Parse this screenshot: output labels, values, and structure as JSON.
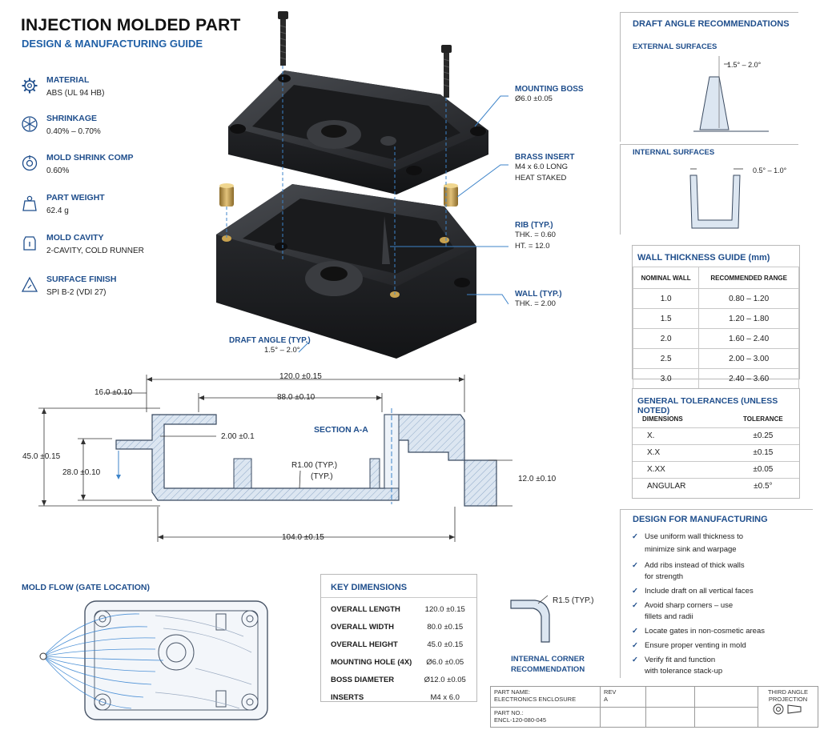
{
  "header": {
    "title": "INJECTION MOLDED PART",
    "subtitle": "DESIGN & MANUFACTURING GUIDE"
  },
  "specs": [
    {
      "icon": "gear-icon",
      "label": "MATERIAL",
      "value": "ABS (UL 94 HB)"
    },
    {
      "icon": "snowflake-icon",
      "label": "SHRINKAGE",
      "value": "0.40% – 0.70%"
    },
    {
      "icon": "target-icon",
      "label": "MOLD SHRINK COMP",
      "value": "0.60%"
    },
    {
      "icon": "weight-icon",
      "label": "PART WEIGHT",
      "value": "62.4 g"
    },
    {
      "icon": "mold-icon",
      "label": "MOLD CAVITY",
      "value": "2-CAVITY, COLD RUNNER"
    },
    {
      "icon": "finish-icon",
      "label": "SURFACE FINISH",
      "value": "SPI B-2 (VDI 27)"
    }
  ],
  "callouts": {
    "boss": {
      "label": "MOUNTING BOSS",
      "value": "Ø6.0 ±0.05"
    },
    "insert": {
      "label": "BRASS INSERT",
      "line1": "M4 x 6.0 LONG",
      "line2": "HEAT STAKED"
    },
    "rib": {
      "label": "RIB (TYP.)",
      "line1": "THK. = 0.60",
      "line2": "HT. = 12.0"
    },
    "wall": {
      "label": "WALL (TYP.)",
      "value": "THK. = 2.00"
    },
    "draft": {
      "label": "DRAFT ANGLE (TYP.)",
      "value": "1.5° – 2.0°"
    }
  },
  "section": {
    "label": "SECTION A-A",
    "dims": {
      "overall_width": "120.0 ±0.15",
      "inner_width": "88.0 ±0.10",
      "flange": "16.0 ±0.10",
      "height": "45.0 ±0.15",
      "inner_height": "28.0 ±0.10",
      "wall": "2.00 ±0.1",
      "radius": "R1.00 (TYP.)",
      "radius_typ": "(TYP.)",
      "right_height": "12.0 ±0.10",
      "bottom_width": "104.0 ±0.15"
    }
  },
  "draft_panel": {
    "title": "DRAFT ANGLE RECOMMENDATIONS",
    "external_label": "EXTERNAL SURFACES",
    "external_value": "1.5° – 2.0°",
    "internal_label": "INTERNAL SURFACES",
    "internal_value": "0.5° – 1.0°"
  },
  "wall_guide": {
    "title": "WALL THICKNESS GUIDE (mm)",
    "headers": [
      "NOMINAL WALL",
      "RECOMMENDED RANGE"
    ],
    "rows": [
      [
        "1.0",
        "0.80 – 1.20"
      ],
      [
        "1.5",
        "1.20 – 1.80"
      ],
      [
        "2.0",
        "1.60 – 2.40"
      ],
      [
        "2.5",
        "2.00 – 3.00"
      ],
      [
        "3.0",
        "2.40 – 3.60"
      ]
    ]
  },
  "tolerances": {
    "title": "GENERAL TOLERANCES (UNLESS NOTED)",
    "headers": [
      "DIMENSIONS",
      "TOLERANCE"
    ],
    "rows": [
      [
        "X.",
        "±0.25"
      ],
      [
        "X.X",
        "±0.15"
      ],
      [
        "X.XX",
        "±0.05"
      ],
      [
        "ANGULAR",
        "±0.5°"
      ]
    ]
  },
  "dfm": {
    "title": "DESIGN FOR MANUFACTURING",
    "items": [
      [
        "Use uniform wall thickness to",
        "minimize sink and warpage"
      ],
      [
        "Add ribs instead of thick walls",
        "for strength"
      ],
      [
        "Include draft on all vertical faces"
      ],
      [
        "Avoid sharp corners – use",
        "fillets and radii"
      ],
      [
        "Locate gates in non-cosmetic areas"
      ],
      [
        "Ensure proper venting in mold"
      ],
      [
        "Verify fit and function",
        "with tolerance stack-up"
      ]
    ]
  },
  "mold_flow": {
    "title": "MOLD FLOW (GATE LOCATION)"
  },
  "key_dims": {
    "title": "KEY DIMENSIONS",
    "rows": [
      [
        "OVERALL LENGTH",
        "120.0 ±0.15"
      ],
      [
        "OVERALL WIDTH",
        "80.0 ±0.15"
      ],
      [
        "OVERALL HEIGHT",
        "45.0 ±0.15"
      ],
      [
        "MOUNTING HOLE (4X)",
        "Ø6.0 ±0.05"
      ],
      [
        "BOSS DIAMETER",
        "Ø12.0 ±0.05"
      ],
      [
        "INSERTS",
        "M4 x 6.0"
      ]
    ]
  },
  "corner": {
    "radius": "R1.5 (TYP.)",
    "line1": "INTERNAL CORNER",
    "line2": "RECOMMENDATION"
  },
  "title_block": {
    "part_name_label": "PART NAME:",
    "part_name": "ELECTRONICS ENCLOSURE",
    "part_no_label": "PART NO.:",
    "part_no": "ENCL-120-080-045",
    "rev_label": "REV",
    "rev": "A",
    "projection_line1": "THIRD ANGLE",
    "projection_line2": "PROJECTION"
  }
}
